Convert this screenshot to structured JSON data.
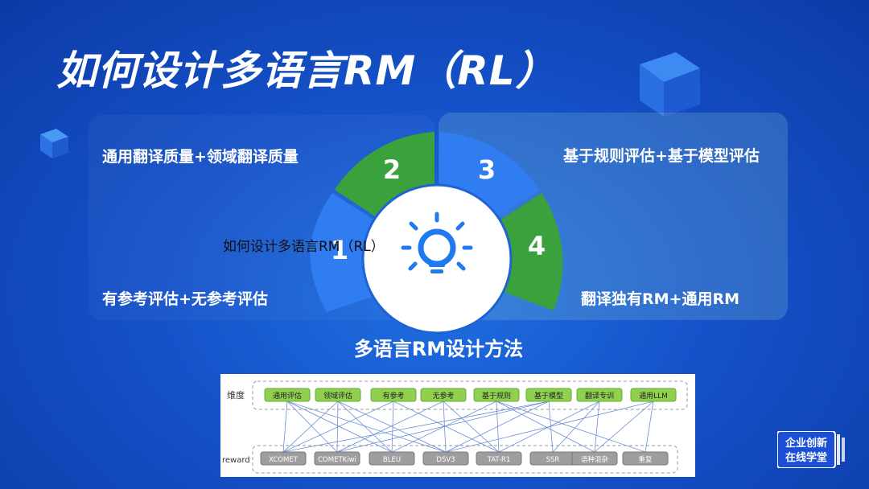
{
  "slide": {
    "title": "如何设计多语言RM（RL）",
    "labels": {
      "top_left": "通用翻译质量+领域翻译质量",
      "bottom_left": "有参考评估+无参考评估",
      "top_right": "基于规则评估+基于模型评估",
      "bottom_right": "翻译独有RM+通用RM"
    },
    "wheel": {
      "segments": [
        "1",
        "2",
        "3",
        "4"
      ],
      "overlay_text": "如何设计多语言RM（RL）",
      "caption": "多语言RM设计方法"
    },
    "diagram": {
      "row1_label": "维度",
      "row2_label": "reward",
      "dimensions": [
        "通用评估",
        "领域评估",
        "有参考",
        "无参考",
        "基于规则",
        "基于模型",
        "翻译专训",
        "通用LLM"
      ],
      "rewards": [
        "XCOMET",
        "COMETKiwi",
        "BLEU",
        "DSV3",
        "TAT-R1",
        "SSR",
        "语种混杂",
        "重复"
      ]
    },
    "badge": {
      "line1": "企业创新",
      "line2": "在线学堂"
    }
  },
  "colors": {
    "blue_segment": "#2f7df0",
    "green_segment": "#3aa13c",
    "dimension_box": "#8fd14f",
    "reward_box": "#9e9e9e"
  }
}
